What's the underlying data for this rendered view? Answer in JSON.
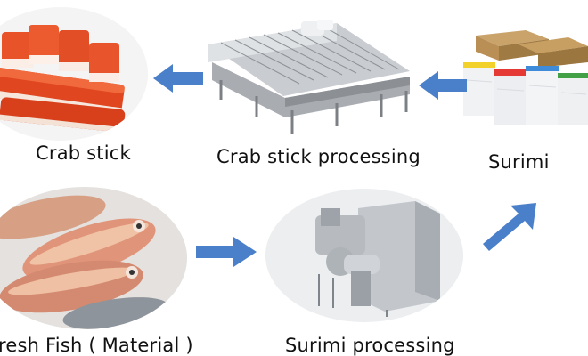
{
  "steps": [
    {
      "id": "crab-stick",
      "caption": "Crab stick"
    },
    {
      "id": "crab-stick-processing",
      "caption": "Crab stick processing"
    },
    {
      "id": "surimi",
      "caption": "Surimi"
    },
    {
      "id": "fresh-fish",
      "caption": "resh Fish ( Material )"
    },
    {
      "id": "surimi-processing",
      "caption": "Surimi processing"
    }
  ],
  "flow": [
    {
      "from": "fresh-fish",
      "to": "surimi-processing",
      "direction": "right"
    },
    {
      "from": "surimi-processing",
      "to": "surimi",
      "direction": "up-right"
    },
    {
      "from": "surimi",
      "to": "crab-stick-processing",
      "direction": "left"
    },
    {
      "from": "crab-stick-processing",
      "to": "crab-stick",
      "direction": "left"
    }
  ],
  "colors": {
    "arrow": "#4a7fc9",
    "crab_orange": "#e8502a",
    "fish_pink": "#d98a6a",
    "steel": "#b9bdc2"
  },
  "icons": [
    "crab-stick-photo",
    "processing-line-photo",
    "surimi-blocks-photo",
    "fresh-fish-photo",
    "surimi-machine-photo"
  ]
}
